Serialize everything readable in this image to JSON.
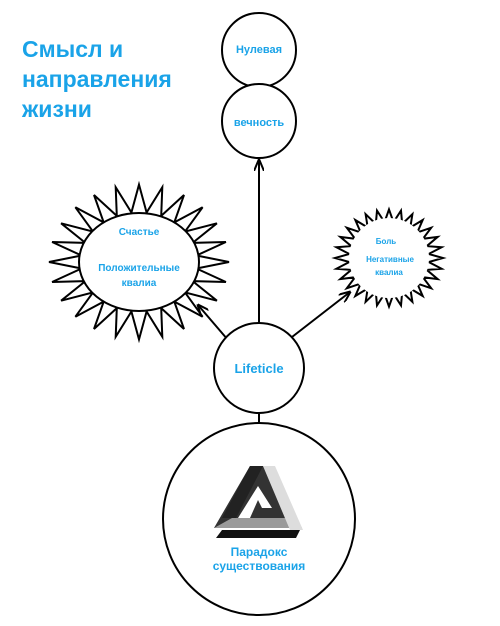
{
  "title": "Смысл и\nнаправления\nжизни",
  "nodes": {
    "zero_top": "Нулевая",
    "zero_bottom": "вечность",
    "happiness": "Счастье",
    "positive_line1": "Положительные",
    "positive_line2": "квалиа",
    "pain": "Боль",
    "negative_line1": "Негативные",
    "negative_line2": "квалиа",
    "center": "Lifeticle",
    "paradox_line1": "Парадокс",
    "paradox_line2": "существования"
  },
  "colors": {
    "label": "#1aa3e8",
    "stroke": "#000000"
  }
}
